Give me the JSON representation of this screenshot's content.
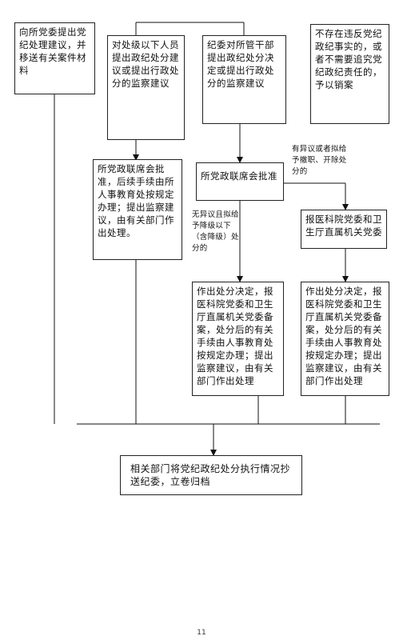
{
  "nodes": {
    "dept_party": "向所党委提出党纪处理建议，并移送有关案件材料",
    "below_section": "对处级以下人员提出政纪处分建议或提出行政处分的监察建议",
    "discipline": "纪委对所管干部提出政纪处分决定或提出行政处分的监察建议",
    "no_violation": "不存在违反党纪政纪事实的，或者不需要追究党纪政纪责任的，予以销案",
    "joint_meeting_left": "所党政联席会批准，后续手续由所人事教育处按规定办理；提出监察建议，由有关部门作出处理。",
    "joint_meeting": "所党政联席会批准",
    "report_committee": "报医科院党委和卫生厅直属机关党委",
    "decision_mid": "作出处分决定，报医科院党委和卫生厅直属机关党委备案，处分后的有关手续由人事教育处按规定办理；提出监察建议，由有关部门作出处理",
    "decision_right": "作出处分决定，报医科院党委和卫生厅直属机关党委备案，处分后的有关手续由人事教育处按规定办理；提出监察建议，由有关部门作出处理",
    "final": "相关部门将党纪政纪处分执行情况抄送纪委，立卷归档"
  },
  "labels": {
    "objection": "有异议或者拟给予撤职、开除处分的",
    "no_objection": "无异议且拟给予降级以下（含降级）处分的"
  },
  "page_number": "11"
}
